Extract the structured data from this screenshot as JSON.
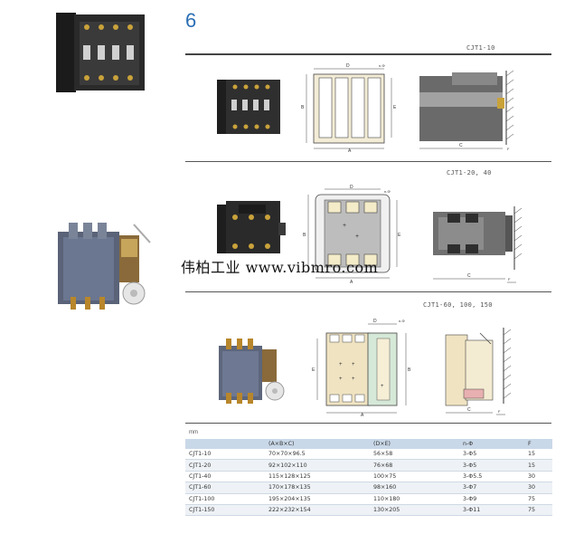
{
  "page": {
    "number": "6",
    "watermark": "伟柏工业 www.vibmro.com"
  },
  "sections": [
    {
      "model_label": "CJT1-10",
      "dims": {
        "D": "D",
        "A": "A",
        "B": "B",
        "E": "E",
        "n_phi": "n-Φ",
        "C": "C",
        "F": "F"
      }
    },
    {
      "model_label": "CJT1-20, 40",
      "dims": {
        "D": "D",
        "A": "A",
        "B": "B",
        "E": "E",
        "n_phi": "n-Φ",
        "C": "C",
        "F": "F"
      }
    },
    {
      "model_label": "CJT1-60, 100, 150",
      "dims": {
        "D": "D",
        "A": "A",
        "B": "B",
        "E": "E",
        "n_phi": "n-Φ",
        "C": "C",
        "F": "F"
      }
    }
  ],
  "table": {
    "units": "mm",
    "headers": [
      "",
      "(A×B×C)",
      "(D×E)",
      "n-Φ",
      "F"
    ],
    "rows": [
      [
        "CJT1-10",
        "70×70×96.5",
        "56×58",
        "3-Φ5",
        "15"
      ],
      [
        "CJT1-20",
        "92×102×110",
        "76×68",
        "3-Φ5",
        "15"
      ],
      [
        "CJT1-40",
        "115×128×125",
        "100×75",
        "3-Φ5.5",
        "30"
      ],
      [
        "CJT1-60",
        "170×178×135",
        "98×160",
        "3-Φ7",
        "30"
      ],
      [
        "CJT1-100",
        "195×204×135",
        "110×180",
        "3-Φ9",
        "75"
      ],
      [
        "CJT1-150",
        "222×232×154",
        "130×205",
        "3-Φ11",
        "75"
      ]
    ]
  }
}
